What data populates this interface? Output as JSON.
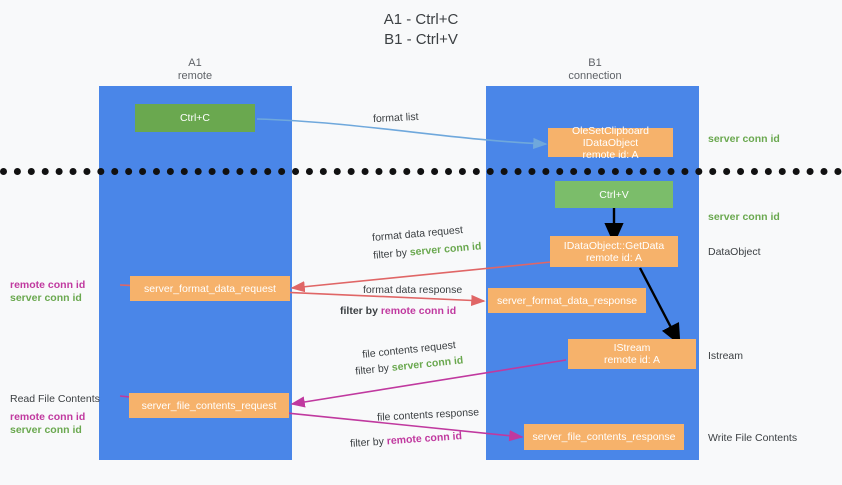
{
  "title": {
    "line1": "A1 - Ctrl+C",
    "line2": "B1 - Ctrl+V"
  },
  "colors": {
    "lane": "#4a86e8",
    "green_box": "#6aa84f",
    "orange_box": "#f6b26b",
    "server_conn_id": "#6aa84f",
    "remote_conn_id": "#c0399f",
    "arrow_blue": "#6fa8dc",
    "arrow_red": "#e06666",
    "arrow_magenta": "#c0399f",
    "arrow_black": "#000000",
    "background": "#f8f9fa"
  },
  "lanes": [
    {
      "id": "A1",
      "sub": "remote"
    },
    {
      "id": "B1",
      "sub": "connection"
    }
  ],
  "boxes": {
    "ctrl_c": {
      "line1": "Ctrl+C",
      "line2": ""
    },
    "ole_idataobject": {
      "line1": "OleSetClipboard IDataObject",
      "line2": "remote id: A"
    },
    "ctrl_v": {
      "line1": "Ctrl+V",
      "line2": ""
    },
    "getdata": {
      "line1": "IDataObject::GetData",
      "line2": "remote id: A"
    },
    "server_format_data_request": {
      "line1": "server_format_data_request",
      "line2": ""
    },
    "server_format_data_response": {
      "line1": "server_format_data_response",
      "line2": ""
    },
    "istream": {
      "line1": "IStream",
      "line2": "remote id: A"
    },
    "server_file_contents_request": {
      "line1": "server_file_contents_request",
      "line2": ""
    },
    "server_file_contents_response": {
      "line1": "server_file_contents_response",
      "line2": ""
    }
  },
  "edge_labels": {
    "format_list": "format list",
    "format_data_request": "format data request",
    "format_data_request_filter_prefix": "filter by ",
    "format_data_request_filter_value": "server conn id",
    "format_data_response": "format data response",
    "format_data_response_filter_prefix": "filter by ",
    "format_data_response_filter_value": "remote conn id",
    "file_contents_request": "file contents request",
    "file_contents_request_filter_prefix": "filter by ",
    "file_contents_request_filter_value": "server conn id",
    "file_contents_response": "file contents response",
    "file_contents_response_filter_prefix": "filter by ",
    "file_contents_response_filter_value": "remote conn id"
  },
  "right_labels": {
    "server_conn_id_top": "server conn id",
    "server_conn_id_mid": "server conn id",
    "data_object": "DataObject",
    "istream": "Istream",
    "write_file_contents": "Write File Contents"
  },
  "left_labels": {
    "remote_conn_id_mid": "remote conn id",
    "server_conn_id_mid": "server conn id",
    "read_file_contents": "Read File Contents",
    "remote_conn_id_low": "remote conn id",
    "server_conn_id_low": "server conn id"
  }
}
